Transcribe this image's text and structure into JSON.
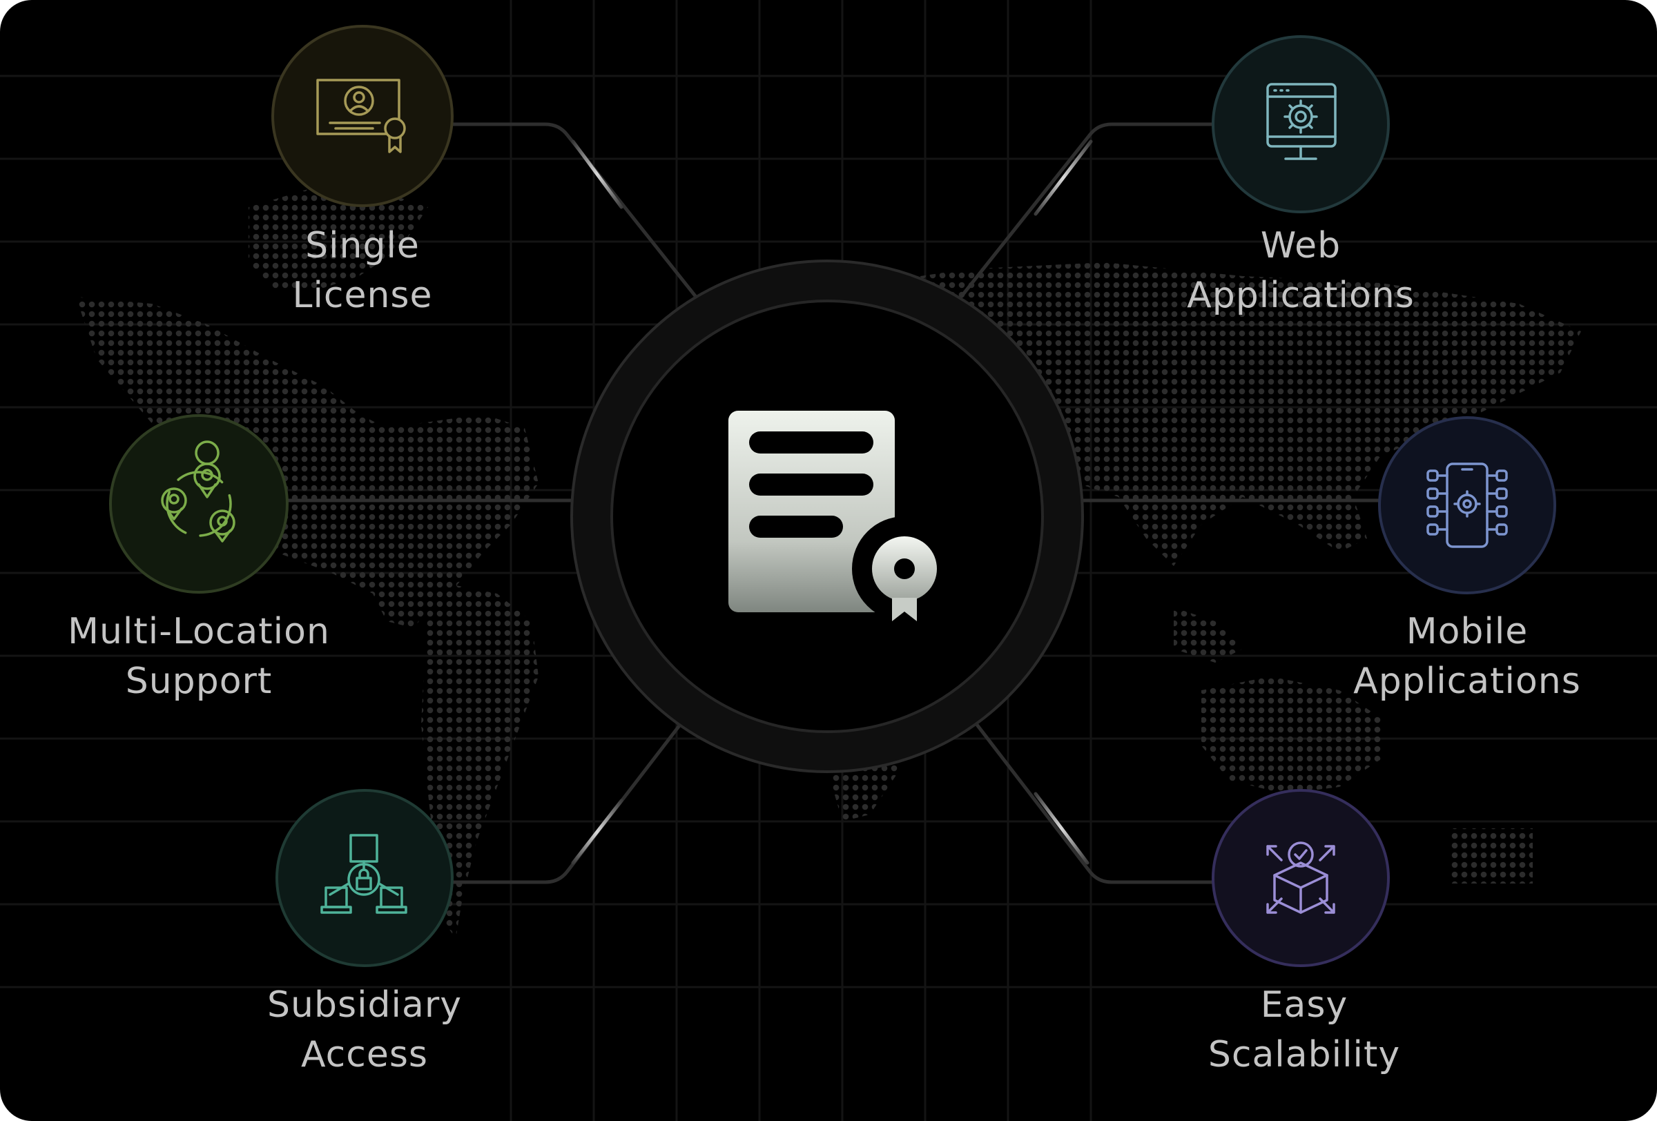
{
  "diagram": {
    "center": {
      "icon": "certificate-document-icon"
    },
    "features": [
      {
        "id": "single-license",
        "icon": "license-certificate-icon",
        "color": "#a69a57",
        "lines": [
          "Single",
          "License"
        ]
      },
      {
        "id": "multi-location-support",
        "icon": "location-network-icon",
        "color": "#7cad4a",
        "lines": [
          "Multi-Location",
          "Support"
        ]
      },
      {
        "id": "subsidiary-access",
        "icon": "locked-network-icon",
        "color": "#4fb39a",
        "lines": [
          "Subsidiary",
          "Access"
        ]
      },
      {
        "id": "web-applications",
        "icon": "monitor-gear-icon",
        "color": "#7fb6be",
        "lines": [
          "Web",
          "Applications"
        ]
      },
      {
        "id": "mobile-applications",
        "icon": "mobile-gear-icon",
        "color": "#7d95cf",
        "lines": [
          "Mobile",
          "Applications"
        ]
      },
      {
        "id": "easy-scalability",
        "icon": "scalable-box-icon",
        "color": "#9b8ed6",
        "lines": [
          "Easy",
          "Scalability"
        ]
      }
    ]
  }
}
